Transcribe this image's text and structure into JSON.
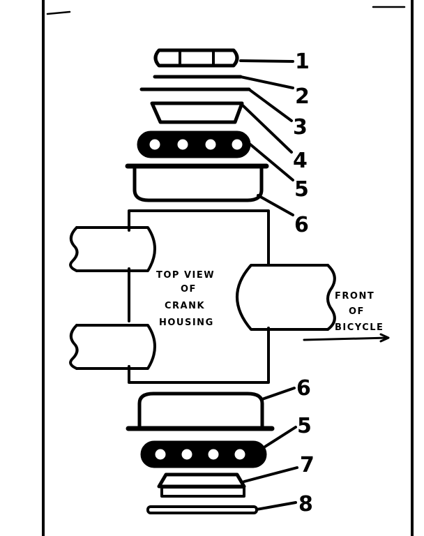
{
  "diagram": {
    "labels": {
      "part_1": "1",
      "part_2": "2",
      "part_3": "3",
      "part_4": "4",
      "part_5_top": "5",
      "part_6_top": "6",
      "part_6_bottom": "6",
      "part_5_bottom": "5",
      "part_7": "7",
      "part_8": "8"
    },
    "housing_caption": {
      "line1": "TOP VIEW",
      "line2": "OF",
      "line3": "CRANK",
      "line4": "HOUSING"
    },
    "front_caption": {
      "line1": "FRONT",
      "line2": "OF",
      "line3": "BICYCLE"
    }
  }
}
